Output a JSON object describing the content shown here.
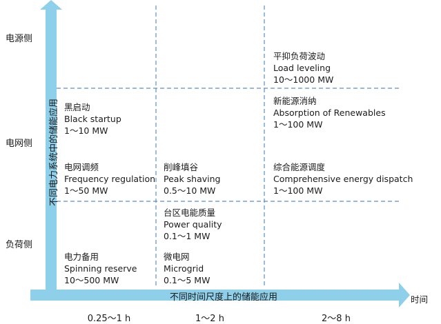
{
  "axes": {
    "x_title": "不同时间尺度上的储能应用",
    "x_end_label": "时间",
    "y_title": "不同电力系统中的储能应用",
    "x_ticks": [
      "0.25～1 h",
      "1～2 h",
      "2～8 h"
    ],
    "y_sides": [
      "电源侧",
      "电网侧",
      "负荷侧"
    ]
  },
  "colors": {
    "arrow": "#8ecfe9",
    "dash": "#5a8fc3",
    "text": "#1a1a1a"
  },
  "applications": {
    "load_leveling": {
      "zh": "平抑负荷波动",
      "en": "Load leveling",
      "range": "10～1000 MW"
    },
    "black_startup": {
      "zh": "黑启动",
      "en": "Black startup",
      "range": "1～10 MW"
    },
    "renewables": {
      "zh": "新能源消纳",
      "en": "Absorption of Renewables",
      "range": "1～100 MW"
    },
    "frequency": {
      "zh": "电网调频",
      "en": "Frequency regulation",
      "range": "1～50 MW"
    },
    "peak_shaving": {
      "zh": "削峰填谷",
      "en": "Peak shaving",
      "range": "0.5～10 MW"
    },
    "dispatch": {
      "zh": "综合能源调度",
      "en": "Comprehensive energy dispatch",
      "range": "1～100 MW"
    },
    "power_quality": {
      "zh": "台区电能质量",
      "en": "Power quality",
      "range": "0.1～1 MW"
    },
    "spinning": {
      "zh": "电力备用",
      "en": "Spinning reserve",
      "range": "10～500 MW"
    },
    "microgrid": {
      "zh": "微电网",
      "en": "Microgrid",
      "range": "0.1～5 MW"
    }
  }
}
